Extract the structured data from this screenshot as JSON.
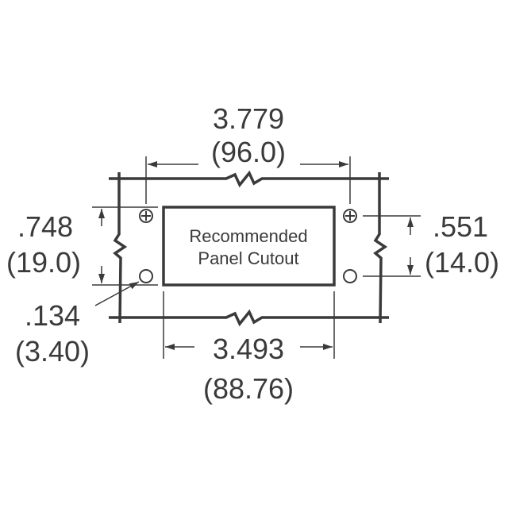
{
  "title": "Recommended Panel Cutout",
  "cutout_label": [
    "Recommended",
    "Panel Cutout"
  ],
  "dimensions": {
    "overall_width": {
      "in": "3.779",
      "mm": "(96.0)"
    },
    "cutout_width": {
      "in": "3.493",
      "mm": "(88.76)"
    },
    "left_height": {
      "in": ".748",
      "mm": "(19.0)"
    },
    "right_height": {
      "in": ".551",
      "mm": "(14.0)"
    },
    "hole_diameter": {
      "in": ".134",
      "mm": "(3.40)"
    }
  },
  "colors": {
    "line": "#3a3a3a"
  }
}
